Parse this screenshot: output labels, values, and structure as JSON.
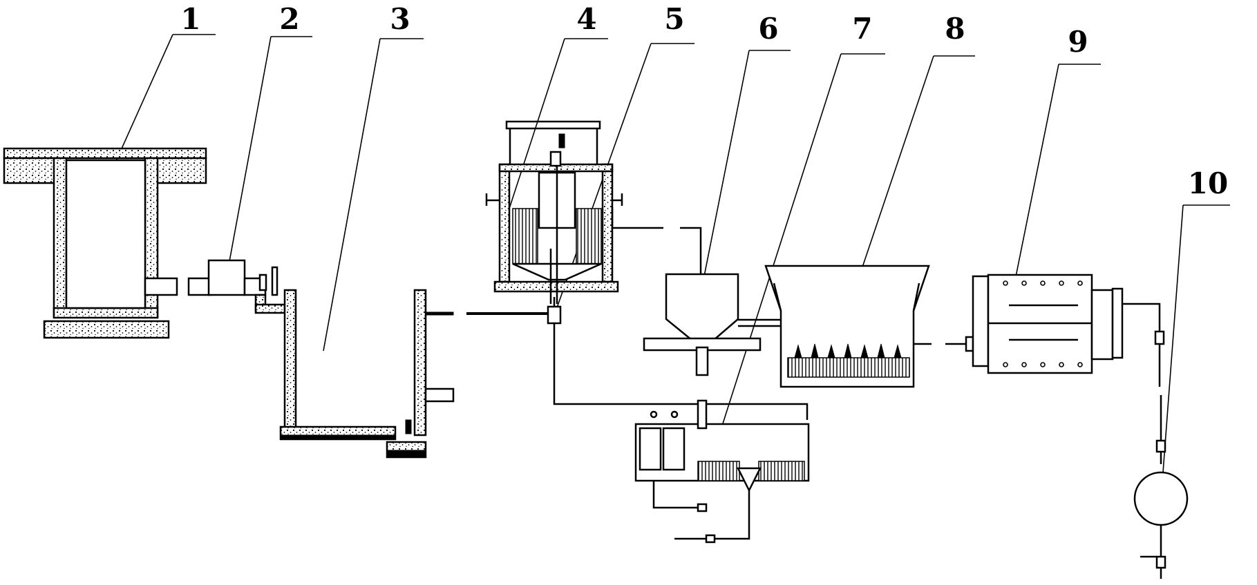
{
  "labels": [
    "1",
    "2",
    "3",
    "4",
    "5",
    "6",
    "7",
    "8",
    "9",
    "10"
  ],
  "colors": {
    "ink": "#000000",
    "background": "#ffffff"
  },
  "components": [
    {
      "id": "1",
      "name": "tank-1"
    },
    {
      "id": "2",
      "name": "box-2"
    },
    {
      "id": "3",
      "name": "tank-3"
    },
    {
      "id": "4",
      "name": "reactor-4"
    },
    {
      "id": "5",
      "name": "valve-5"
    },
    {
      "id": "6",
      "name": "hopper-6"
    },
    {
      "id": "7",
      "name": "unit-7"
    },
    {
      "id": "8",
      "name": "basin-8"
    },
    {
      "id": "9",
      "name": "unit-9"
    },
    {
      "id": "10",
      "name": "vessel-10"
    }
  ]
}
